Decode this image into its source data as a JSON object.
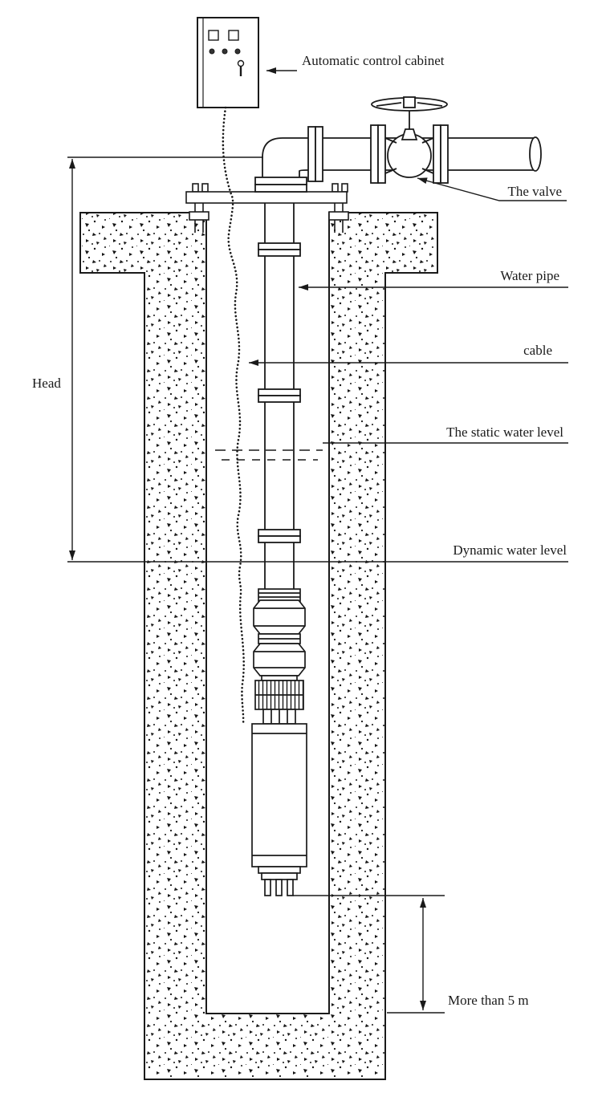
{
  "diagram": {
    "type": "technical-diagram",
    "subject": "Deep well submersible pump installation",
    "labels": {
      "control_cabinet": "Automatic control cabinet",
      "valve": "The valve",
      "water_pipe": "Water pipe",
      "cable": "cable",
      "static_water_level": "The static water level",
      "dynamic_water_level": "Dynamic water level",
      "head": "Head",
      "min_depth": "More than 5 m"
    },
    "colors": {
      "line": "#1a1a1a",
      "background": "#ffffff"
    }
  }
}
